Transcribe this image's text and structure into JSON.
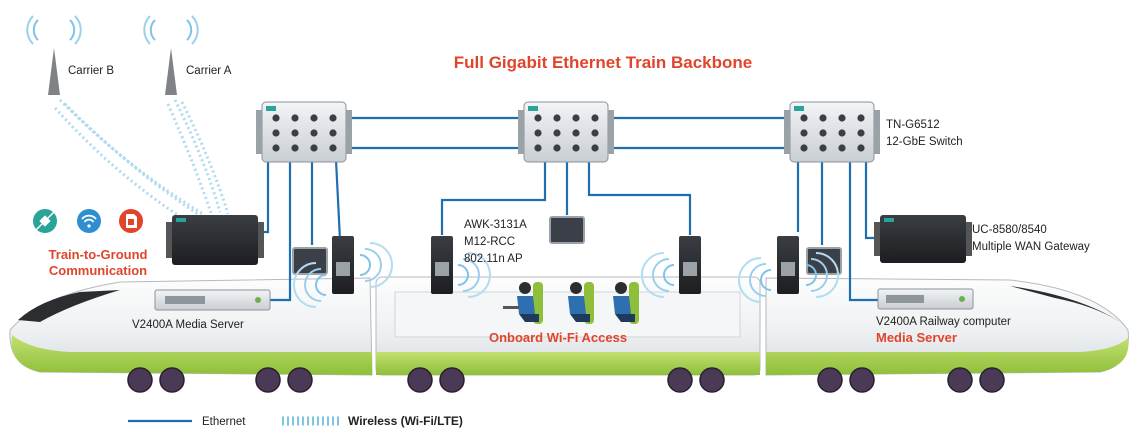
{
  "title": "Full Gigabit Ethernet Train Backbone",
  "carriers": [
    {
      "label": "Carrier B"
    },
    {
      "label": "Carrier A"
    }
  ],
  "switch_label": {
    "line1": "TN-G6512",
    "line2": "12-GbE Switch"
  },
  "ap_label": {
    "line1": "AWK-3131A",
    "line2": "M12-RCC",
    "line3": "802.11n AP"
  },
  "gateway_label": {
    "line1": "UC-8580/8540",
    "line2": "Multiple WAN Gateway"
  },
  "train_to_ground": {
    "line1": "Train-to-Ground",
    "line2": "Communication"
  },
  "media_server_left": "V2400A Media Server",
  "railway_computer": "V2400A Railway computer",
  "media_server_right": "Media Server",
  "onboard_wifi": "Onboard Wi-Fi Access",
  "legend": {
    "ethernet": "Ethernet",
    "wireless": "Wireless (Wi-Fi/LTE)"
  },
  "colors": {
    "ethernet": "#1f6fb0",
    "accent_red": "#e0452b",
    "train_green": "#a5cf4c",
    "wireless": "#7fc3e6"
  },
  "icons": [
    "satellite-icon",
    "wifi-icon",
    "sim-card-icon"
  ]
}
